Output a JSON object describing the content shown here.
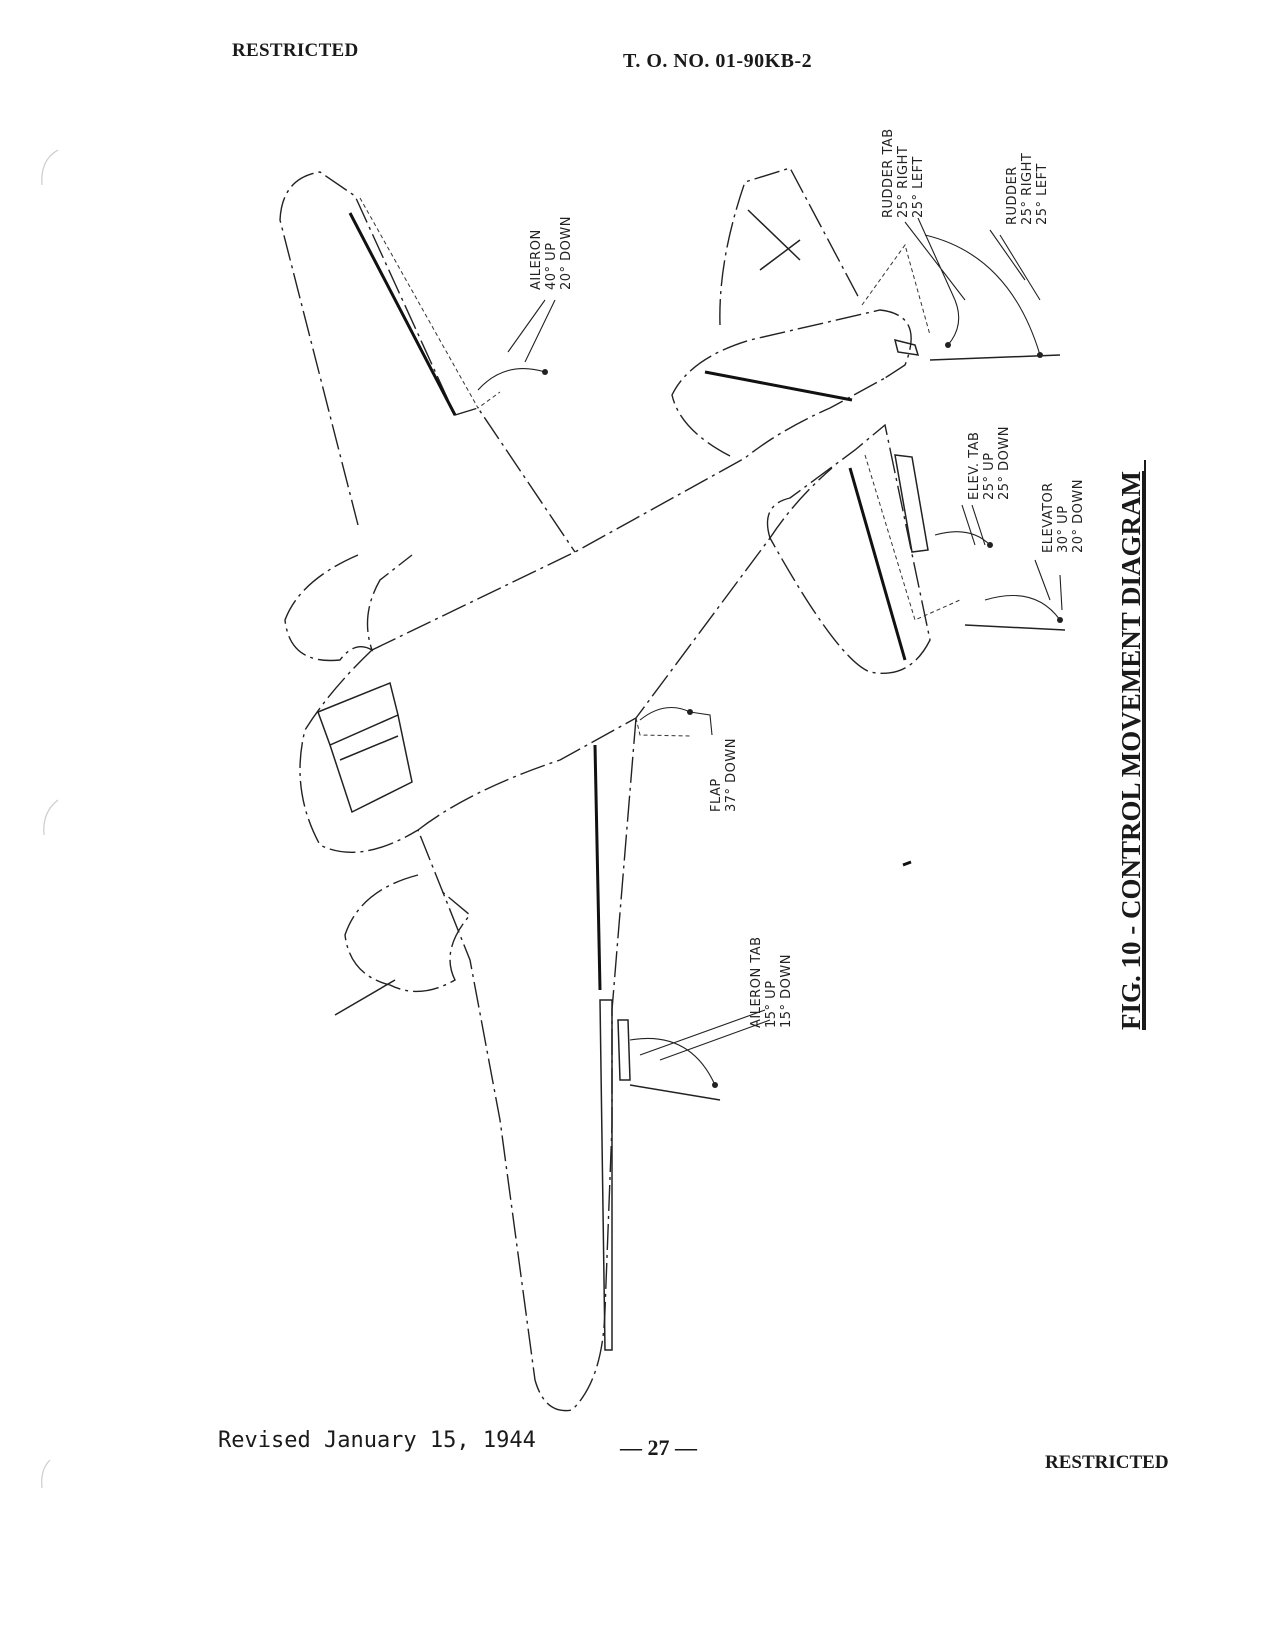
{
  "header": {
    "classification_top": "RESTRICTED",
    "document_number": "T. O. NO. 01-90KB-2"
  },
  "figure": {
    "title": "FIG. 10 - CONTROL MOVEMENT DIAGRAM"
  },
  "labels": {
    "aileron": [
      "AILERON",
      "40° UP",
      "20° DOWN"
    ],
    "rudder_tab": [
      "RUDDER TAB",
      "25° RIGHT",
      "25° LEFT"
    ],
    "rudder": [
      "RUDDER",
      "25° RIGHT",
      "25° LEFT"
    ],
    "elev_tab": [
      "ELEV. TAB",
      "25° UP",
      "25° DOWN"
    ],
    "elevator": [
      "ELEVATOR",
      "30° UP",
      "20° DOWN"
    ],
    "flap": [
      "FLAP",
      "37° DOWN"
    ],
    "aileron_tab": [
      "AILERON TAB",
      "15° UP",
      "15° DOWN"
    ]
  },
  "footer": {
    "revised": "Revised January 15, 1944",
    "page_number": "— 27 —",
    "classification_bottom": "RESTRICTED"
  }
}
